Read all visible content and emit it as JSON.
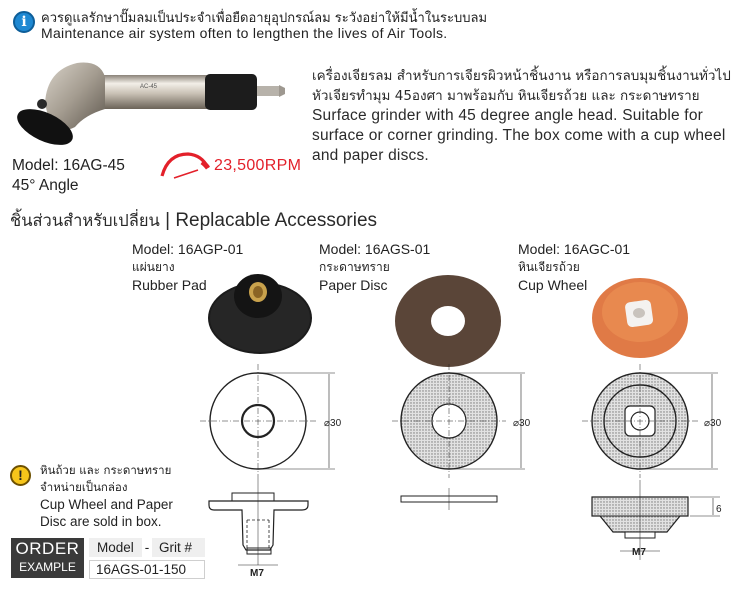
{
  "header": {
    "info_icon": "info-icon",
    "notice_th": "ควรดูแลรักษาปั๊มลมเป็นประจำเพื่อยืดอายุอุปกรณ์ลม ระวังอย่าให้มีน้ำในระบบลม",
    "notice_en": "Maintenance air system often to lengthen the lives of Air Tools."
  },
  "product": {
    "model": "Model: 16AG-45",
    "angle": "45° Angle",
    "rpm": "23,500RPM",
    "tool_engraving": [
      "AC-45"
    ],
    "colors": {
      "rpm": "#e3202a"
    },
    "description_th": [
      "เครื่องเจียรลม สำหรับการเจียรผิวหน้าชิ้นงาน หรือการลบมุมชิ้นงานทั่วไป",
      "หัวเจียรทำมุม 45องศา มาพร้อมกับ หินเจียรถ้วย และ กระดาษทราย"
    ],
    "description_en": [
      "Surface grinder with 45 degree angle head. Suitable for",
      "surface or corner grinding. The box come with a cup wheel",
      "and paper discs."
    ]
  },
  "accessories": {
    "title_th": "ชิ้นส่วนสำหรับเปลี่ยน",
    "title_sep": " | ",
    "title_en": "Replacable Accessories",
    "items": [
      {
        "model": "Model: 16AGP-01",
        "name_th": "แผ่นยาง",
        "name_en": "Rubber Pad",
        "diameter": "⌀30",
        "thread": "M7"
      },
      {
        "model": "Model: 16AGS-01",
        "name_th": "กระดาษทราย",
        "name_en": "Paper Disc",
        "diameter": "⌀30"
      },
      {
        "model": "Model: 16AGC-01",
        "name_th": "หินเจียรถ้วย",
        "name_en": "Cup Wheel",
        "diameter": "⌀30",
        "thread": "M7",
        "height": "6"
      }
    ]
  },
  "note": {
    "icon": "warning-icon",
    "lines_th": [
      "หินถ้วย และ กระดาษทราย",
      "จำหน่ายเป็นกล่อง"
    ],
    "lines_en": [
      "Cup Wheel and Paper",
      "Disc are sold in box."
    ]
  },
  "order": {
    "badge_line1": "ORDER",
    "badge_line2": "EXAMPLE",
    "col_model": "Model",
    "dash": "-",
    "col_grit": "Grit #",
    "example": "16AGS-01-150"
  }
}
